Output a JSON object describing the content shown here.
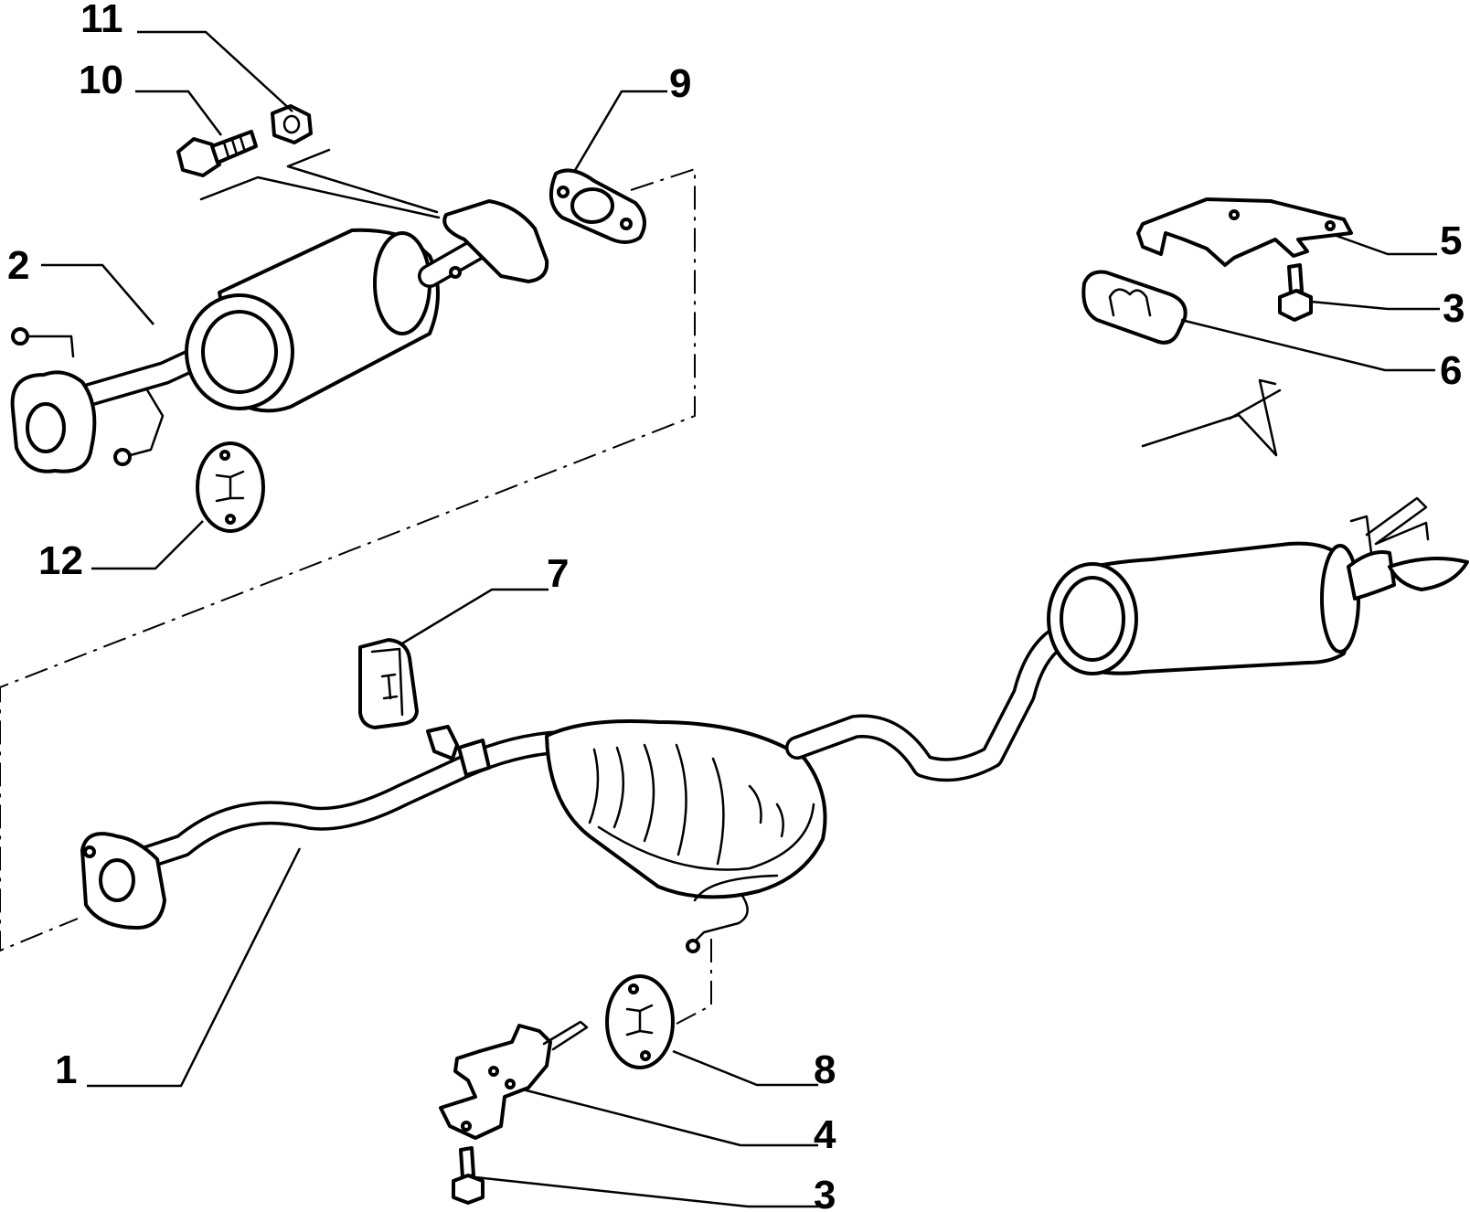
{
  "callouts": [
    {
      "id": "1",
      "text": "1"
    },
    {
      "id": "2",
      "text": "2"
    },
    {
      "id": "3a",
      "text": "3"
    },
    {
      "id": "3b",
      "text": "3"
    },
    {
      "id": "4",
      "text": "4"
    },
    {
      "id": "5",
      "text": "5"
    },
    {
      "id": "6",
      "text": "6"
    },
    {
      "id": "7",
      "text": "7"
    },
    {
      "id": "8",
      "text": "8"
    },
    {
      "id": "9",
      "text": "9"
    },
    {
      "id": "10",
      "text": "10"
    },
    {
      "id": "11",
      "text": "11"
    },
    {
      "id": "12",
      "text": "12"
    }
  ],
  "colors": {
    "ink": "#000000",
    "paper": "#ffffff"
  }
}
